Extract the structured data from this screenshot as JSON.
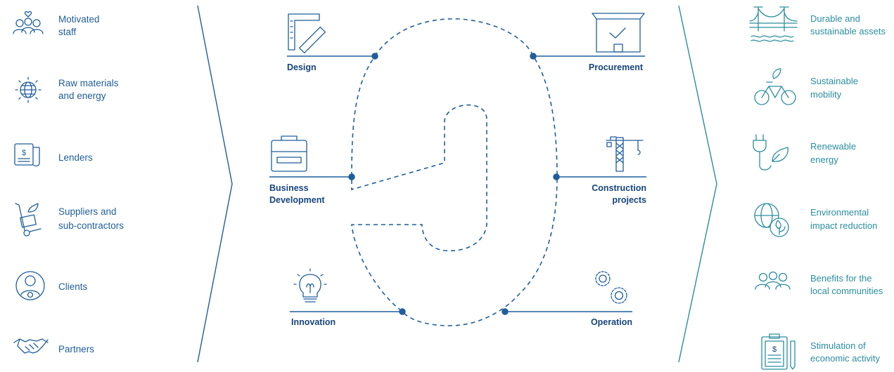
{
  "colors": {
    "blue": "#1f5e9c",
    "dark": "#16457a",
    "teal": "#2a8e9e"
  },
  "inputs": [
    {
      "icon": "motivated-staff-icon",
      "lines": [
        "Motivated",
        "staff"
      ]
    },
    {
      "icon": "raw-materials-globe-icon",
      "lines": [
        "Raw materials",
        "and energy"
      ]
    },
    {
      "icon": "lenders-document-icon",
      "lines": [
        "Lenders"
      ]
    },
    {
      "icon": "supplier-cart-icon",
      "lines": [
        "Suppliers and",
        "sub-contractors"
      ]
    },
    {
      "icon": "client-user-icon",
      "lines": [
        "Clients"
      ]
    },
    {
      "icon": "handshake-icon",
      "lines": [
        "Partners"
      ]
    }
  ],
  "stages": {
    "design": [
      "Design"
    ],
    "procurement": [
      "Procurement"
    ],
    "business_development": [
      "Business",
      "Development"
    ],
    "construction_projects": [
      "Construction",
      "projects"
    ],
    "innovation": [
      "Innovation"
    ],
    "operation": [
      "Operation"
    ]
  },
  "outcomes": [
    {
      "icon": "bridge-icon",
      "lines": [
        "Durable and",
        "sustainable assets"
      ]
    },
    {
      "icon": "bicycle-icon",
      "lines": [
        "Sustainable",
        "mobility"
      ]
    },
    {
      "icon": "plug-leaf-icon",
      "lines": [
        "Renewable",
        "energy"
      ]
    },
    {
      "icon": "globe-leaf-icon",
      "lines": [
        "Environmental",
        "impact reduction"
      ]
    },
    {
      "icon": "community-people-icon",
      "lines": [
        "Benefits for the",
        "local communities"
      ]
    },
    {
      "icon": "clipboard-dollar-icon",
      "lines": [
        "Stimulation of",
        "economic activity"
      ]
    }
  ]
}
